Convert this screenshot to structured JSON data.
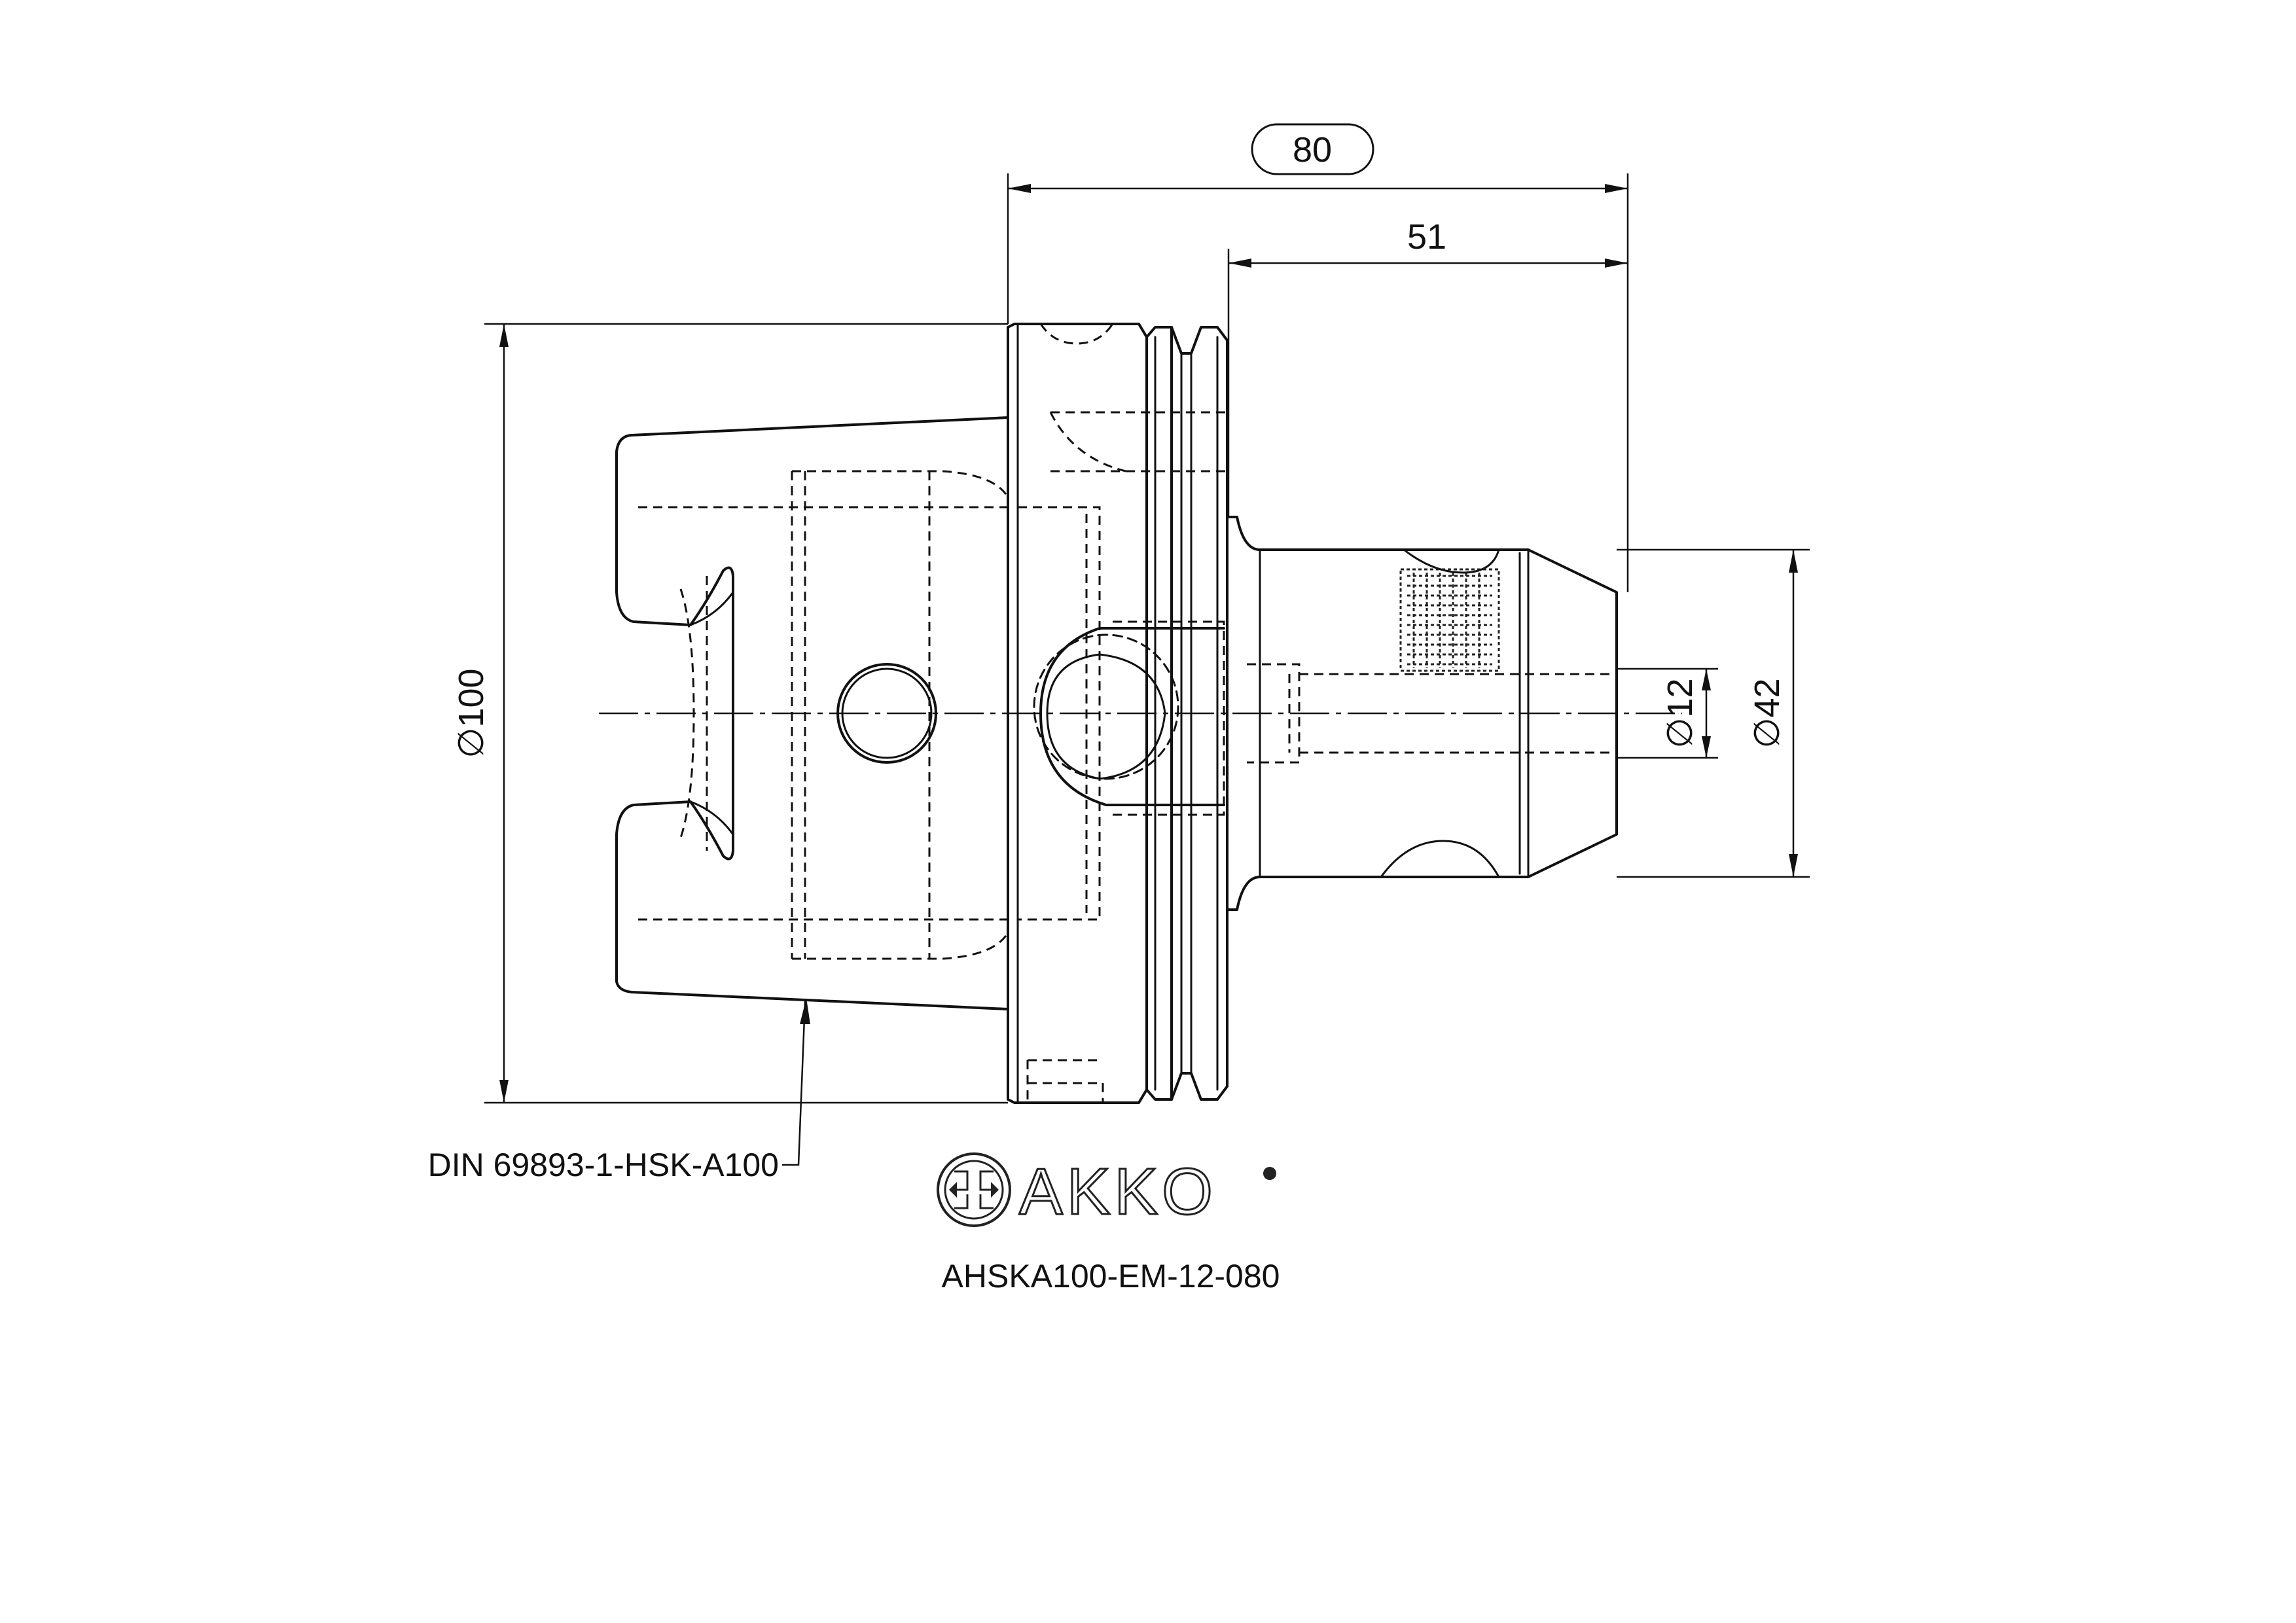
{
  "dimensions": {
    "overall_length": "80",
    "projection_length": "51",
    "flange_diameter": "∅100",
    "clamp_bore_diameter": "∅12",
    "nose_diameter": "∅42"
  },
  "callout": {
    "shank_standard": "DIN 69893-1-HSK-A100"
  },
  "brand": {
    "logo_text": "AKKO",
    "part_number": "AHSKA100-EM-12-080"
  }
}
